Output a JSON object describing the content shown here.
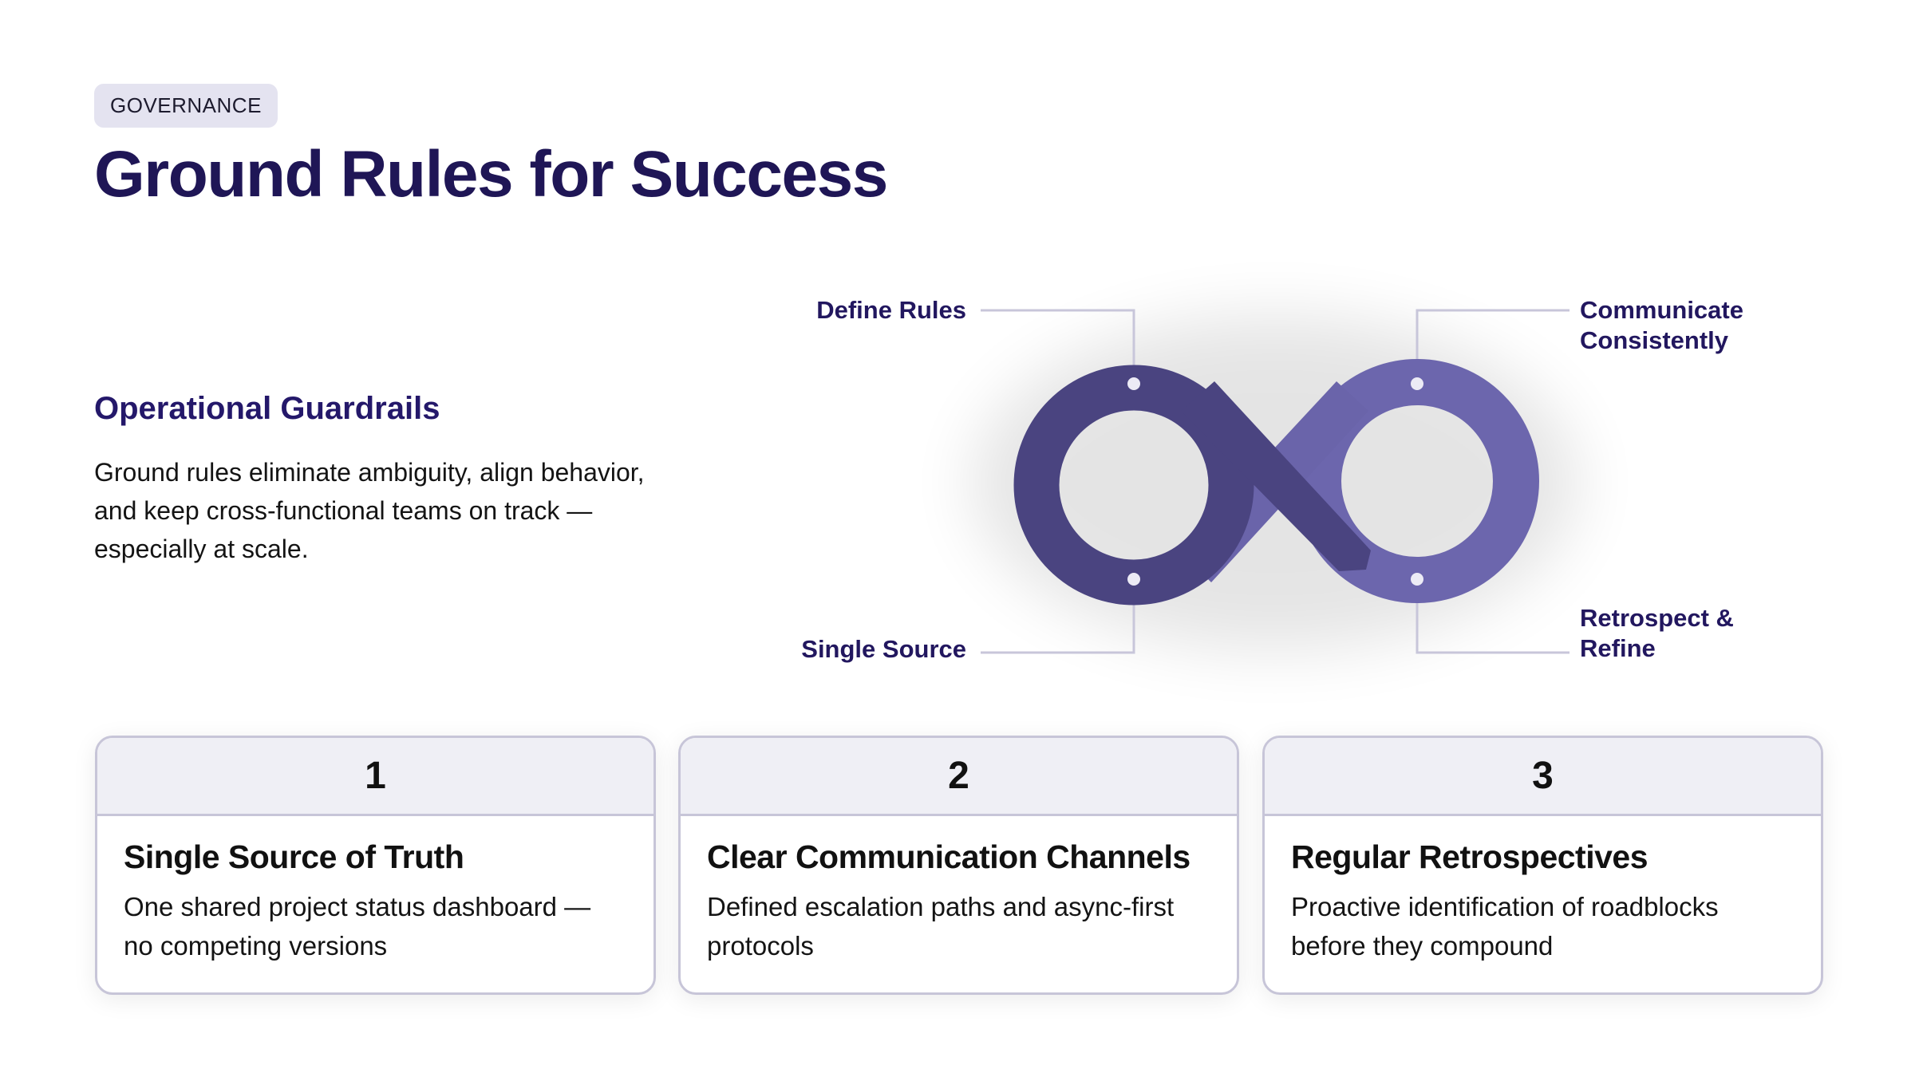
{
  "header": {
    "badge": "GOVERNANCE",
    "title": "Ground Rules for Success"
  },
  "intro": {
    "heading": "Operational Guardrails",
    "body": "Ground rules eliminate ambiguity, align behavior, and keep cross-functional teams on track — especially at scale."
  },
  "diagram": {
    "colors": {
      "left_loop": "#4a4480",
      "right_loop": "#6c66ad",
      "leader": "#c8c6da"
    },
    "labels": {
      "top_left": "Define Rules",
      "top_right": "Communicate Consistently",
      "bottom_left": "Single Source",
      "bottom_right": "Retrospect & Refine"
    }
  },
  "cards": [
    {
      "number": "1",
      "title": "Single Source of Truth",
      "description": "One shared project status dashboard — no competing versions"
    },
    {
      "number": "2",
      "title": "Clear Communication Channels",
      "description": "Defined escalation paths and async-first protocols"
    },
    {
      "number": "3",
      "title": "Regular Retrospectives",
      "description": "Proactive identification of roadblocks before they compound"
    }
  ]
}
